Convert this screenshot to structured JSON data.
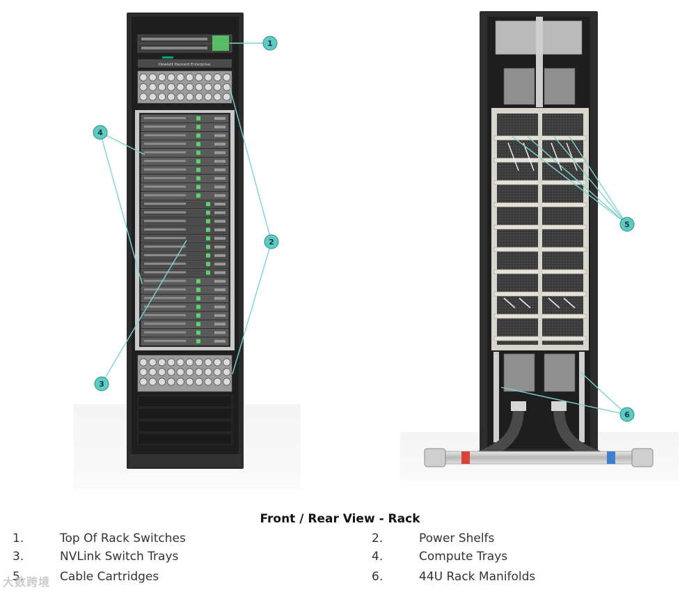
{
  "caption": "Front / Rear View - Rack",
  "front_brand": "Hewlett Packard Enterprise",
  "callouts": [
    "1",
    "2",
    "3",
    "4",
    "5",
    "6"
  ],
  "legend": [
    {
      "num": "1.",
      "text": "Top Of Rack Switches"
    },
    {
      "num": "2.",
      "text": "Power Shelfs"
    },
    {
      "num": "3.",
      "text": "NVLink Switch Trays"
    },
    {
      "num": "4.",
      "text": "Compute Trays"
    },
    {
      "num": "5.",
      "text": "Cable Cartridges"
    },
    {
      "num": "6.",
      "text": "44U Rack Manifolds"
    }
  ],
  "watermark": "大数跨境",
  "colors": {
    "callout_fill": "#5fc9c4",
    "callout_stroke": "#2b8f8a",
    "leader_line": "#7fd3cf",
    "led_green": "#5dd16a",
    "rack_dark": "#2b2b2b",
    "pipe_red": "#d9443a",
    "pipe_blue": "#3f7fd1"
  }
}
